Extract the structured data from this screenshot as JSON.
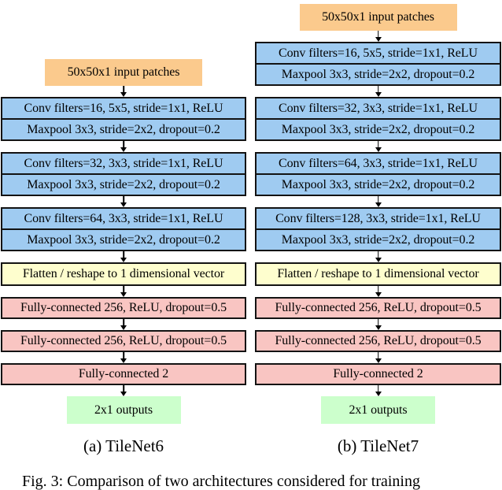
{
  "figure": {
    "columns": [
      {
        "name": "TileNet6",
        "caption": "(a) TileNet6",
        "input_label": "50x50x1 input patches",
        "conv_blocks": [
          {
            "conv": "Conv filters=16, 5x5, stride=1x1, ReLU",
            "pool": "Maxpool 3x3, stride=2x2, dropout=0.2"
          },
          {
            "conv": "Conv filters=32, 3x3, stride=1x1, ReLU",
            "pool": "Maxpool 3x3, stride=2x2, dropout=0.2"
          },
          {
            "conv": "Conv filters=64, 3x3, stride=1x1, ReLU",
            "pool": "Maxpool 3x3, stride=2x2, dropout=0.2"
          }
        ],
        "flatten_label": "Flatten / reshape to 1 dimensional vector",
        "fc_layers": [
          "Fully-connected 256, ReLU, dropout=0.5",
          "Fully-connected 256, ReLU, dropout=0.5",
          "Fully-connected 2"
        ],
        "output_label": "2x1 outputs"
      },
      {
        "name": "TileNet7",
        "caption": "(b) TileNet7",
        "input_label": "50x50x1 input patches",
        "conv_blocks": [
          {
            "conv": "Conv filters=16, 5x5, stride=1x1, ReLU",
            "pool": "Maxpool 3x3, stride=2x2, dropout=0.2"
          },
          {
            "conv": "Conv filters=32, 3x3, stride=1x1, ReLU",
            "pool": "Maxpool 3x3, stride=2x2, dropout=0.2"
          },
          {
            "conv": "Conv filters=64, 3x3, stride=1x1, ReLU",
            "pool": "Maxpool 3x3, stride=2x2, dropout=0.2"
          },
          {
            "conv": "Conv filters=128, 3x3, stride=1x1, ReLU",
            "pool": "Maxpool 3x3, stride=2x2, dropout=0.2"
          }
        ],
        "flatten_label": "Flatten / reshape to 1 dimensional vector",
        "fc_layers": [
          "Fully-connected 256, ReLU, dropout=0.5",
          "Fully-connected 256, ReLU, dropout=0.5",
          "Fully-connected 2"
        ],
        "output_label": "2x1 outputs"
      }
    ],
    "bottom_caption": "Fig. 3: Comparison of two architectures considered for training"
  },
  "colors": {
    "input_box": "#fbca8d",
    "conv_pool_box": "#9fcbf1",
    "flatten_box": "#fefece",
    "fully_connected_box": "#f9c5c2",
    "output_box": "#ccffcc",
    "box_border": "#131313",
    "background": "#ffffff",
    "text": "#000000"
  }
}
